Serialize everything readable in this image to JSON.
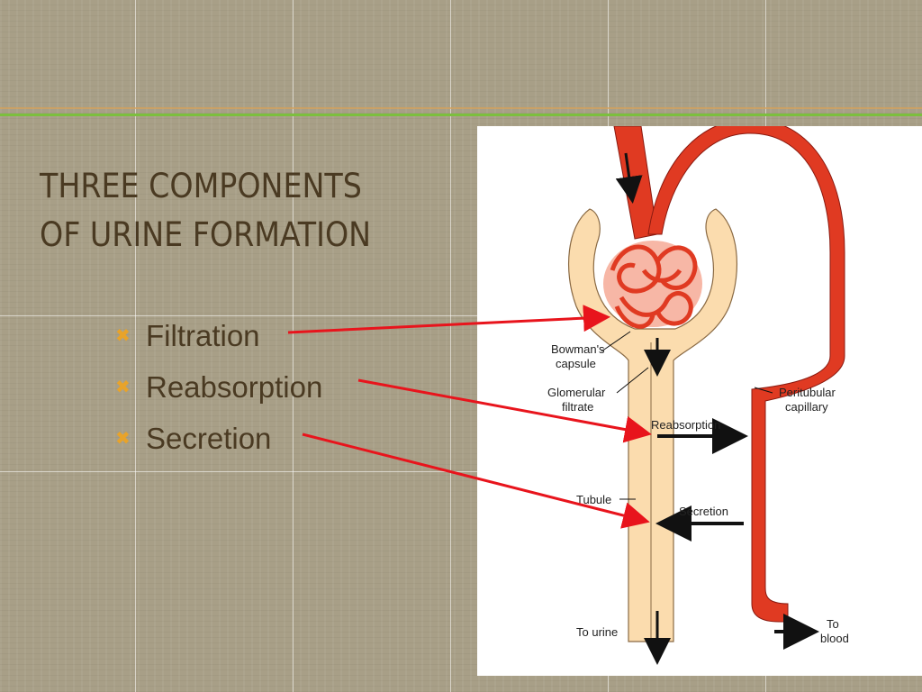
{
  "slide": {
    "title_line1": "THREE COMPONENTS",
    "title_line2": "OF URINE FORMATION",
    "bullets": [
      {
        "icon": "cross-bullet-icon",
        "text": "Filtration"
      },
      {
        "icon": "cross-bullet-icon",
        "text": "Reabsorption"
      },
      {
        "icon": "cross-bullet-icon",
        "text": "Secretion"
      }
    ]
  },
  "diagram": {
    "labels": {
      "bowmans_capsule_1": "Bowman's",
      "bowmans_capsule_2": "capsule",
      "glomerular_filtrate_1": "Glomerular",
      "glomerular_filtrate_2": "filtrate",
      "reabsorption": "Reabsorption",
      "peritubular_capillary_1": "Peritubular",
      "peritubular_capillary_2": "capillary",
      "tubule": "Tubule",
      "secretion": "Secretion",
      "to_urine": "To urine",
      "to_blood_1": "To",
      "to_blood_2": "blood"
    }
  },
  "colors": {
    "title_text": "#4a3a22",
    "bullet_icon": "#e8a32a",
    "accent_line": "#7cbf3e",
    "blood_vessel": "#e03a22",
    "tubule_fill": "#fbdcae",
    "connector_arrow": "#e8141c"
  }
}
